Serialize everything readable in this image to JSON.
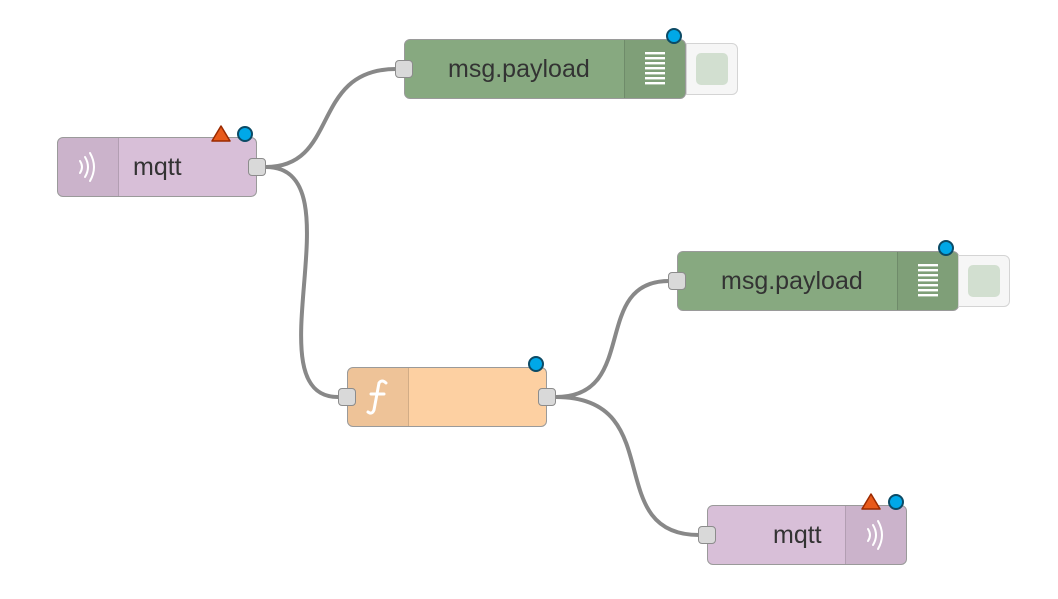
{
  "nodes": {
    "mqtt_in": {
      "label": "mqtt",
      "icon": "bridge-icon",
      "color": "#d8bfd8"
    },
    "debug_top": {
      "label": "msg.payload",
      "icon": "debug-list-icon",
      "color": "#87a980"
    },
    "function": {
      "label": "",
      "icon": "function-icon",
      "color": "#fdd0a2"
    },
    "debug_bottom": {
      "label": "msg.payload",
      "icon": "debug-list-icon",
      "color": "#87a980"
    },
    "mqtt_out": {
      "label": "mqtt",
      "icon": "bridge-icon",
      "color": "#d8bfd8"
    }
  },
  "colors": {
    "wire": "#888888",
    "status_dot": "#00a8e8",
    "warning": "#e85a1b"
  }
}
